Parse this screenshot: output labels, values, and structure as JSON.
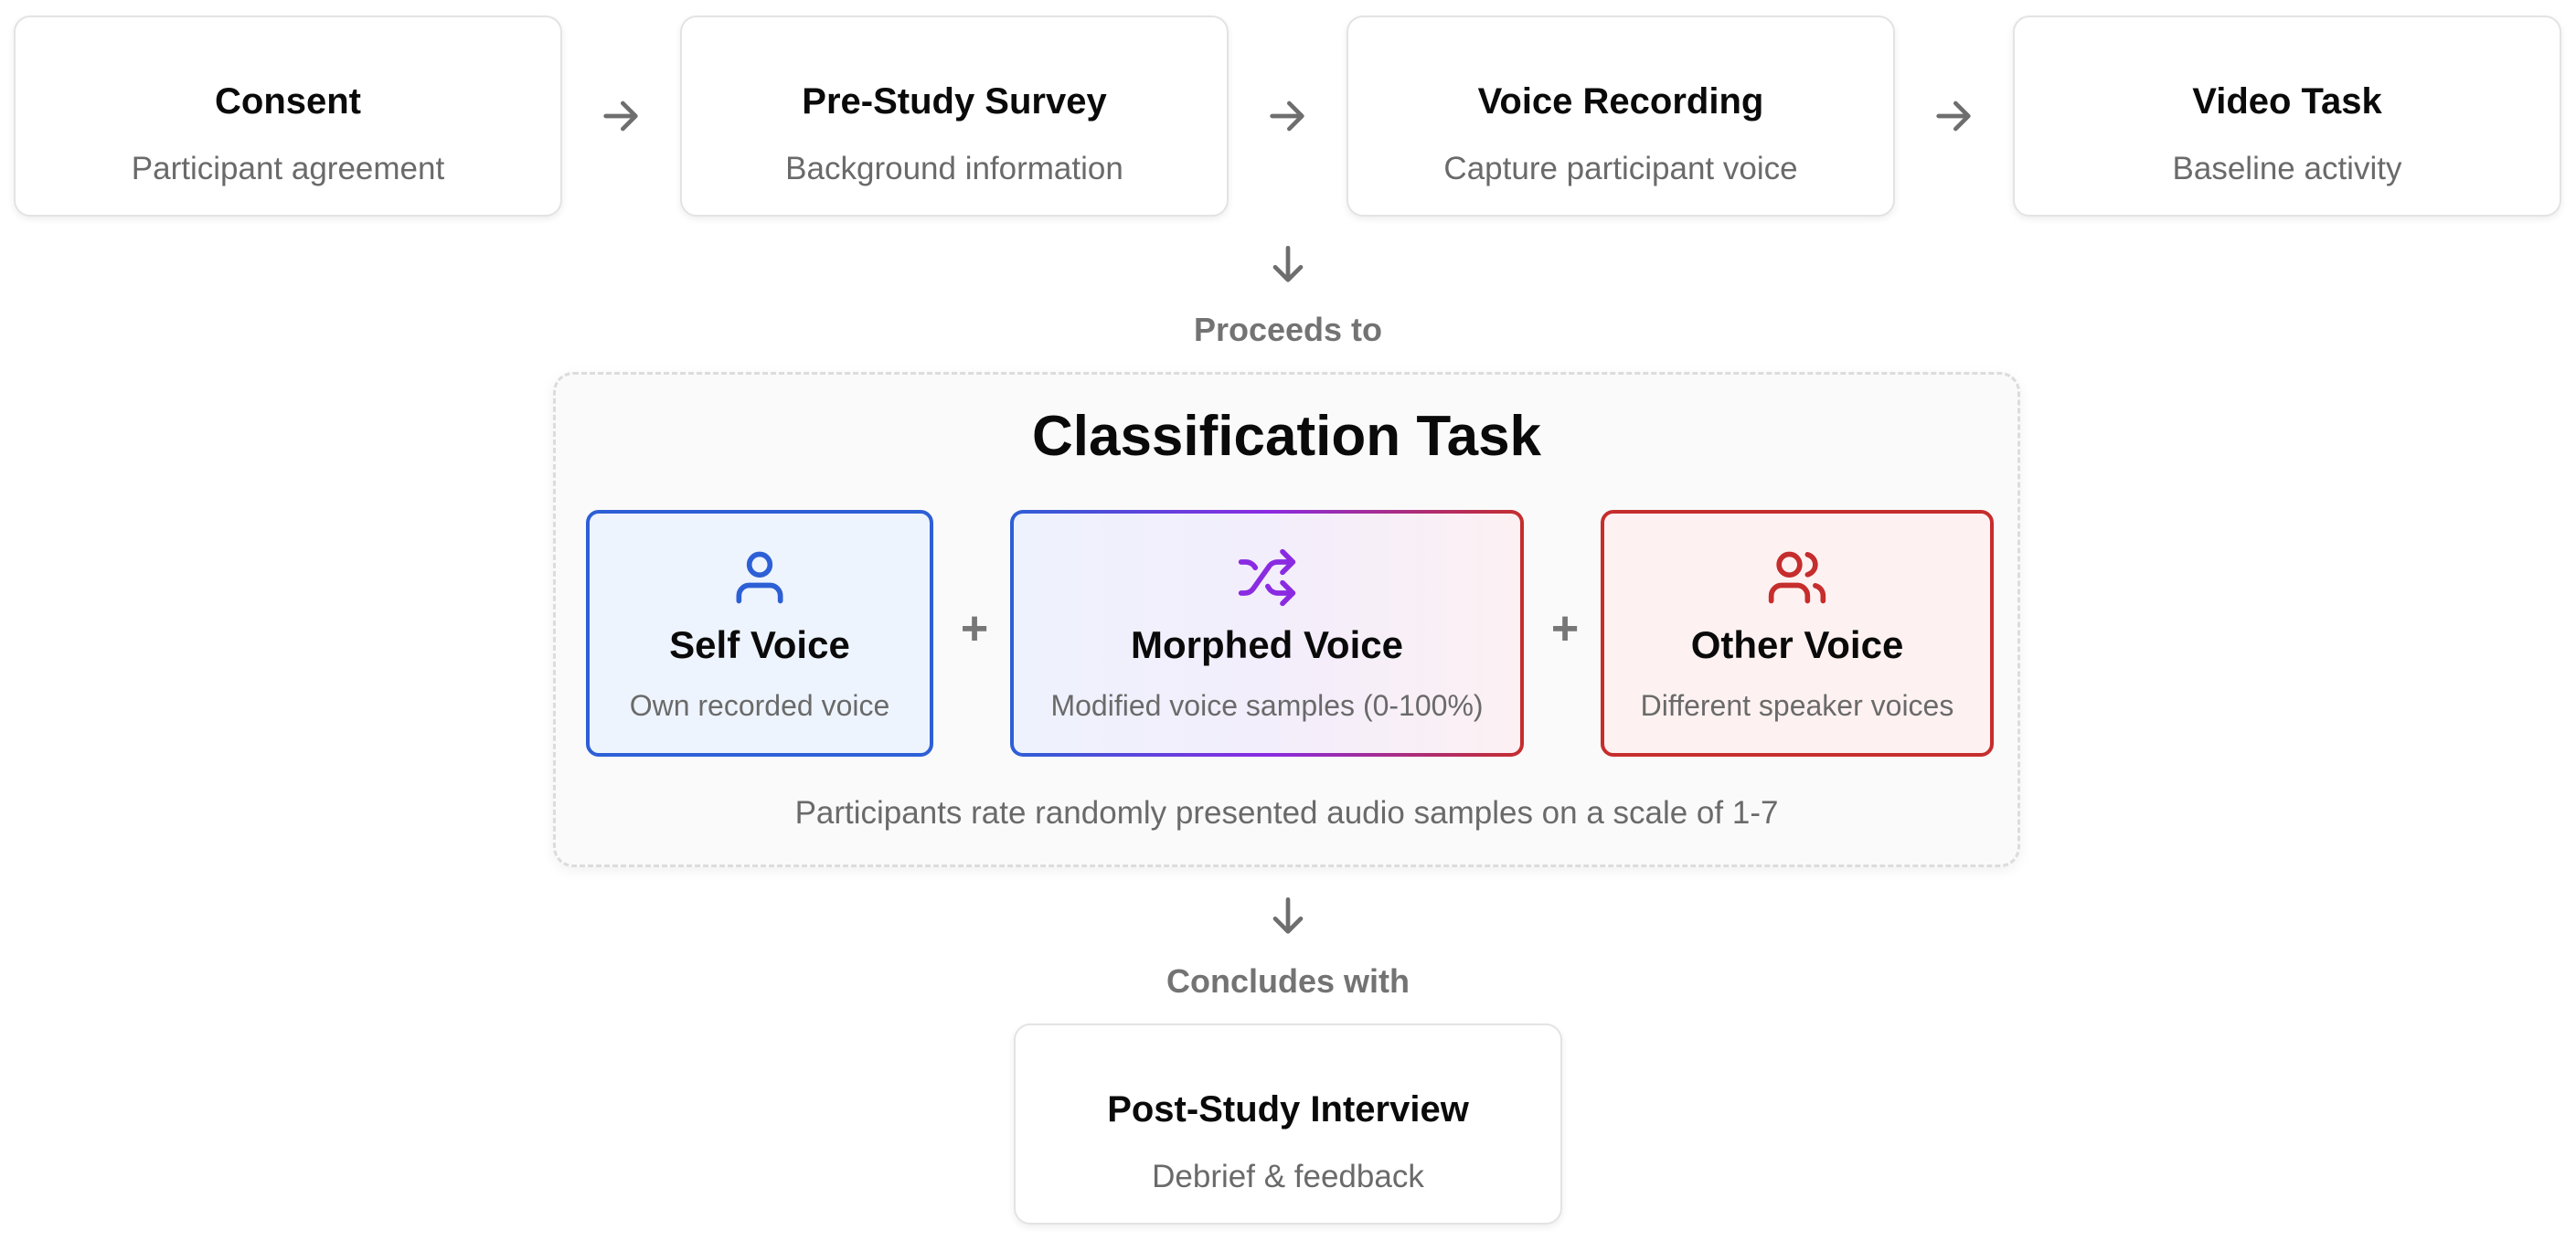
{
  "steps": [
    {
      "title": "Consent",
      "subtitle": "Participant agreement"
    },
    {
      "title": "Pre-Study Survey",
      "subtitle": "Background information"
    },
    {
      "title": "Voice Recording",
      "subtitle": "Capture participant voice"
    },
    {
      "title": "Video Task",
      "subtitle": "Baseline activity"
    }
  ],
  "connector_1_label": "Proceeds to",
  "classification": {
    "title": "Classification Task",
    "voices": [
      {
        "icon": "user-icon",
        "title": "Self Voice",
        "subtitle": "Own recorded voice",
        "color": "#2d5fd6",
        "fill": "#eef4fd"
      },
      {
        "icon": "shuffle-icon",
        "title": "Morphed Voice",
        "subtitle": "Modified voice samples (0-100%)",
        "color": "#8a2be2",
        "gradient": [
          "#2d5fd6",
          "#8a2be2",
          "#c62d2d"
        ]
      },
      {
        "icon": "users-icon",
        "title": "Other Voice",
        "subtitle": "Different speaker voices",
        "color": "#c62d2d",
        "fill": "#fdf2f1"
      }
    ],
    "plus_symbol": "+",
    "note": "Participants rate randomly presented audio samples on a scale of 1-7"
  },
  "connector_2_label": "Concludes with",
  "final_step": {
    "title": "Post-Study Interview",
    "subtitle": "Debrief & feedback"
  }
}
